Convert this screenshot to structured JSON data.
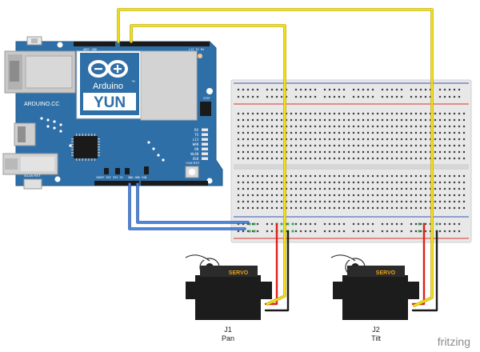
{
  "board": {
    "brand_word": "Arduino",
    "model_word": "YUN",
    "trademark": "™",
    "silk_maker": "ARDUINO.CC",
    "header_top_left": "AREF GND",
    "header_top_right": "L13 TX RX",
    "header_bottom_left": "IOREF RST 3V3 5V",
    "header_bottom_right": "GND GND VIN",
    "icsp_label": "ICSP",
    "status_leds": [
      "RX",
      "TX",
      "L13",
      "WAN",
      "ON",
      "WLAN",
      "USB"
    ],
    "reset_label_left": "WLAN RST",
    "reset_label_right": "YUN RST"
  },
  "servos": [
    {
      "label": "SERVO",
      "designator": "J1",
      "function": "Pan"
    },
    {
      "label": "SERVO",
      "designator": "J2",
      "function": "Tilt"
    }
  ],
  "watermark": "fritzing",
  "colors": {
    "board": "#2f6fa8",
    "board_dark": "#235784",
    "breadboard": "#e6e6e6",
    "wire_yellow": "#f2e01c",
    "wire_blue": "#3a6fc4",
    "wire_red": "#e0201b",
    "wire_black": "#1a1a1a",
    "servo_body": "#1c1c1c",
    "servo_label": "#e8a21a",
    "rail_red": "#d9342b",
    "rail_blue": "#3453b7"
  }
}
